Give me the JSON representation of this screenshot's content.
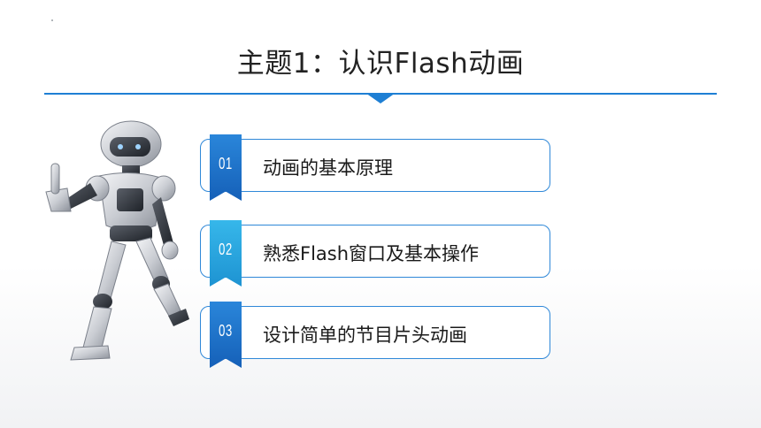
{
  "slide": {
    "title": "主题1：认识Flash动画"
  },
  "items": [
    {
      "num": "01",
      "label": "动画的基本原理"
    },
    {
      "num": "02",
      "label": "熟悉Flash窗口及基本操作"
    },
    {
      "num": "03",
      "label": "设计简单的节目片头动画"
    }
  ],
  "colors": {
    "accent": "#1e7fd4",
    "tab_blue": "#1a6fc9",
    "tab_cyan": "#2aa8e0"
  },
  "icons": {
    "robot": "robot-illustration"
  }
}
